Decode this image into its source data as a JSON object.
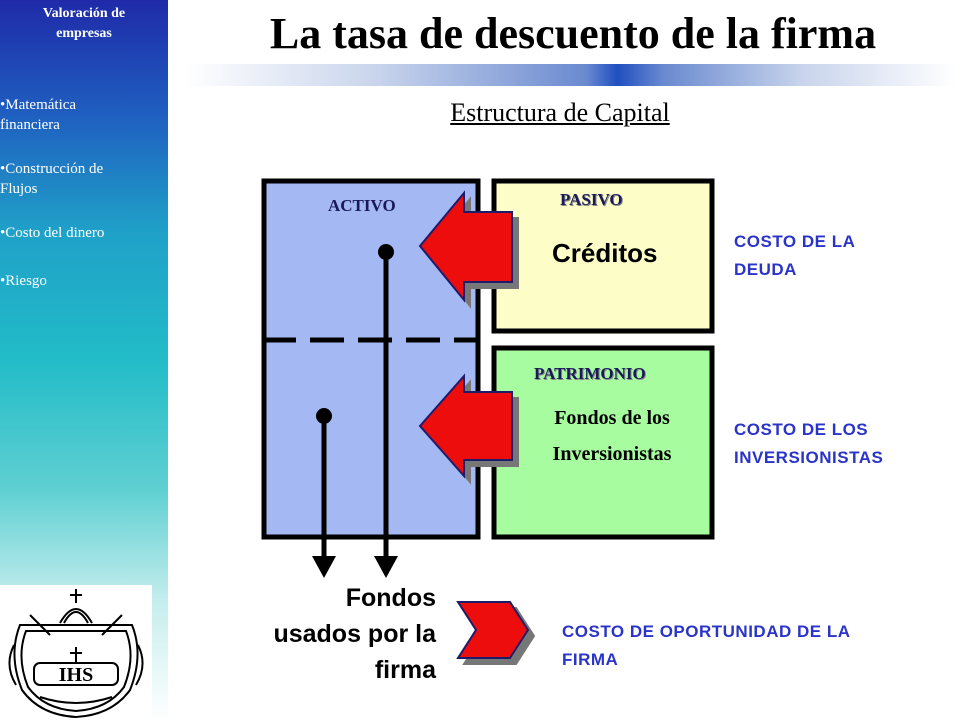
{
  "sidebar": {
    "title_line1": "Valoración de",
    "title_line2": "empresas",
    "items": [
      {
        "line1": "•Matemática",
        "line2": "financiera"
      },
      {
        "line1": "•Construcción de",
        "line2": "Flujos"
      },
      {
        "line1": "•Costo del dinero",
        "line2": ""
      },
      {
        "line1": "•Riesgo",
        "line2": ""
      }
    ],
    "logo_text": "IHS"
  },
  "title": "La tasa de descuento de la firma",
  "subtitle": "Estructura de Capital",
  "diagram": {
    "activo": "ACTIVO",
    "pasivo": "PASIVO",
    "creditos": "Créditos",
    "patrimonio": "PATRIMONIO",
    "fondos_line1": "Fondos de los",
    "fondos_line2": "Inversionistas"
  },
  "costs": {
    "deuda_line1": "COSTO DE LA",
    "deuda_line2": "DEUDA",
    "inversionistas_line1": "COSTO DE LOS",
    "inversionistas_line2": "INVERSIONISTAS",
    "oportunidad_line1": "COSTO DE OPORTUNIDAD DE LA",
    "oportunidad_line2": "FIRMA"
  },
  "fondos_usados": {
    "line1": "Fondos",
    "line2": "usados por la",
    "line3": "firma"
  },
  "colors": {
    "activo_fill": "#a4b8f4",
    "pasivo_fill": "#fdfdc8",
    "patrimonio_fill": "#a8fca0",
    "arrow_red": "#ee1111",
    "cost_text": "#2a34c8"
  }
}
